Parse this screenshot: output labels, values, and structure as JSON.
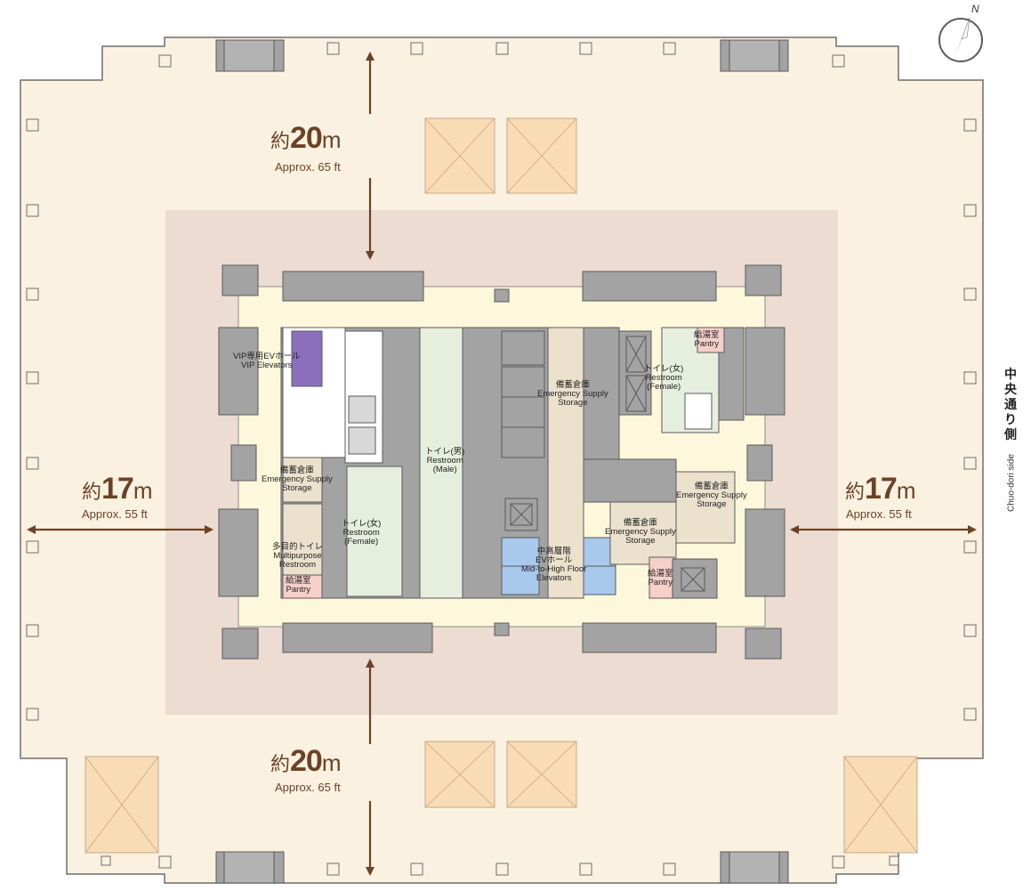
{
  "colors": {
    "outer_floor": "#fbf1e1",
    "inner_zone": "#ecdcd1",
    "corridor": "#fdf8dc",
    "core_gray": "#a3a3a3",
    "outline": "#5a5a5a",
    "arrow": "#6b4226",
    "vip_elevator": "#8b6fbd",
    "mid_high_elevator": "#a8c8ec",
    "restroom_green": "#e6eedd",
    "storage_beige": "#ece1cd",
    "pantry_pink": "#f6cfc9",
    "skylight": "#f8dcb6"
  },
  "compass": {
    "label": "N",
    "icon": "north-arrow-icon"
  },
  "dimensions": {
    "top": {
      "kanji": "約",
      "number": "20",
      "unit": "m",
      "approx": "Approx. 65 ft"
    },
    "bottom": {
      "kanji": "約",
      "number": "20",
      "unit": "m",
      "approx": "Approx. 65 ft"
    },
    "left": {
      "kanji": "約",
      "number": "17",
      "unit": "m",
      "approx": "Approx. 55 ft"
    },
    "right": {
      "kanji": "約",
      "number": "17",
      "unit": "m",
      "approx": "Approx. 55 ft"
    }
  },
  "side_label": {
    "jp": "中央通り側",
    "en": "Chuo-dori side"
  },
  "rooms": {
    "vip_elevators": {
      "jp": "VIP専用EVホール",
      "en": "VIP Elevators"
    },
    "storage_left": {
      "jp": "備蓄倉庫",
      "en1": "Emergency Supply",
      "en2": "Storage"
    },
    "restroom_female_left": {
      "jp": "トイレ(女)",
      "en1": "Restroom",
      "en2": "(Female)"
    },
    "restroom_male": {
      "jp": "トイレ(男)",
      "en1": "Restroom",
      "en2": "(Male)"
    },
    "multipurpose": {
      "jp": "多目的トイレ",
      "en1": "Multipurpose",
      "en2": "Restroom"
    },
    "pantry_left": {
      "jp": "給湯室",
      "en": "Pantry"
    },
    "mid_high_elevators": {
      "jp": "中高層階",
      "jp2": "EVホール",
      "en1": "Mid-to-High Floor",
      "en2": "Elevators"
    },
    "storage_center": {
      "jp": "備蓄倉庫",
      "en1": "Emergency Supply",
      "en2": "Storage"
    },
    "restroom_female_right": {
      "jp": "トイレ(女)",
      "en1": "Restroom",
      "en2": "(Female)"
    },
    "pantry_top_right": {
      "jp": "給湯室",
      "en": "Pantry"
    },
    "storage_right": {
      "jp": "備蓄倉庫",
      "en1": "Emergency Supply",
      "en2": "Storage"
    },
    "storage_lower": {
      "jp": "備蓄倉庫",
      "en1": "Emergency Supply",
      "en2": "Storage"
    },
    "pantry_lower_right": {
      "jp": "給湯室",
      "en": "Pantry"
    }
  }
}
